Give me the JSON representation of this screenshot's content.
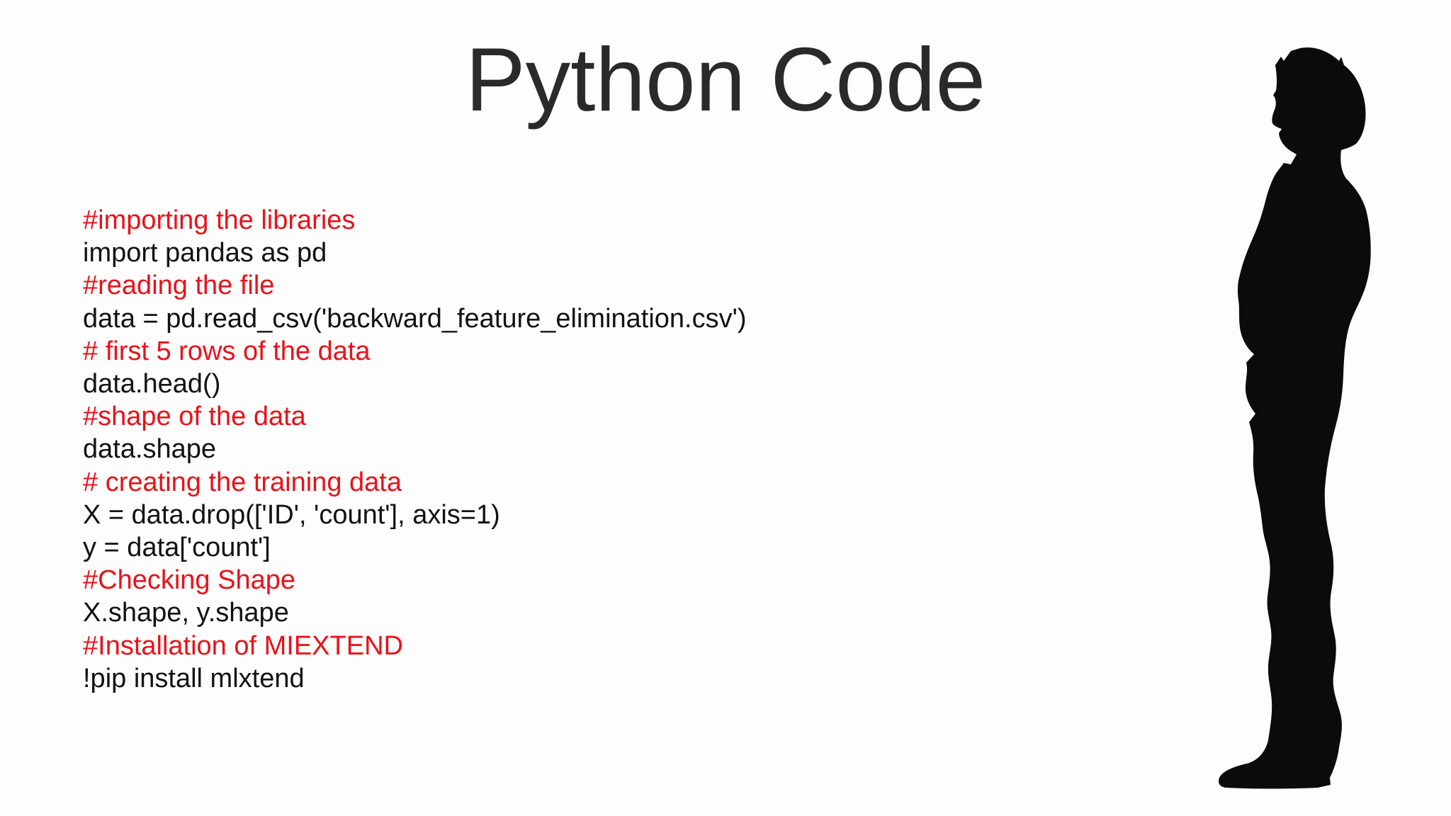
{
  "slide": {
    "title": "Python Code",
    "illustration": "thinking-man-silhouette"
  },
  "code": {
    "lines": [
      {
        "text": "#importing the libraries",
        "type": "comment"
      },
      {
        "text": "import pandas as pd",
        "type": "code"
      },
      {
        "text": "#reading the file",
        "type": "comment"
      },
      {
        "text": "data = pd.read_csv('backward_feature_elimination.csv')",
        "type": "code"
      },
      {
        "text": "# first 5 rows of the data",
        "type": "comment"
      },
      {
        "text": "data.head()",
        "type": "code"
      },
      {
        "text": "#shape of the data",
        "type": "comment"
      },
      {
        "text": "data.shape",
        "type": "code"
      },
      {
        "text": "# creating the training data",
        "type": "comment"
      },
      {
        "text": "X = data.drop(['ID', 'count'], axis=1)",
        "type": "code"
      },
      {
        "text": "y = data['count']",
        "type": "code"
      },
      {
        "text": "#Checking Shape",
        "type": "comment"
      },
      {
        "text": "X.shape, y.shape",
        "type": "code"
      },
      {
        "text": "#Installation of MIEXTEND",
        "type": "comment"
      },
      {
        "text": "!pip install mlxtend",
        "type": "code"
      }
    ]
  },
  "colors": {
    "comment": "#e8121a",
    "code": "#121212",
    "title": "#2a2a2a",
    "silhouette": "#0b0b0b",
    "background": "#fdfdfd"
  }
}
